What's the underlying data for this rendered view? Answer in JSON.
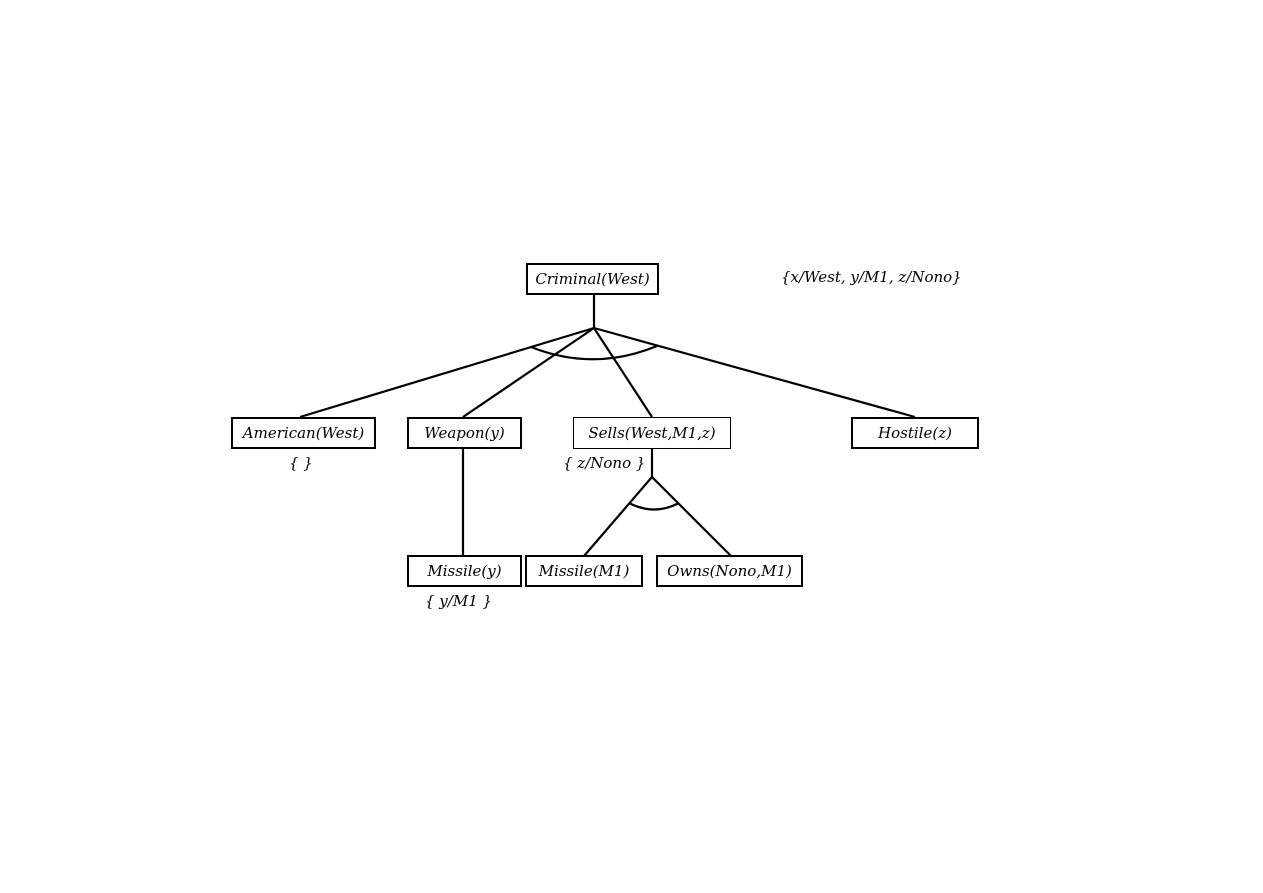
{
  "nodes": {
    "goal": {
      "label": "Criminal(West)"
    },
    "american": {
      "label": "American(West)",
      "substitution": "{ }"
    },
    "weapon": {
      "label": "Weapon(y)"
    },
    "sells": {
      "label": "Sells(West,M1,z)",
      "substitution": "{ z/Nono }"
    },
    "hostile": {
      "label": "Hostile(z)"
    },
    "missile_y": {
      "label": "Missile(y)",
      "substitution": "{ y/M1 }"
    },
    "missile_m1": {
      "label": "Missile(M1)"
    },
    "owns": {
      "label": "Owns(Nono,M1)"
    }
  },
  "top_substitution": "{x/West, y/M1, z/Nono}"
}
